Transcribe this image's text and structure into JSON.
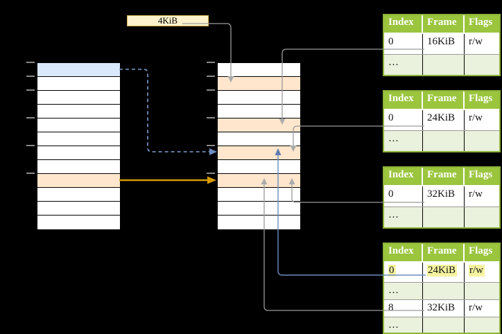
{
  "frame_label": "4KiB",
  "colors": {
    "header_green": "#9AC53D",
    "table_border_green": "#8DB33A",
    "dots_row_green": "#EAF1DC",
    "highlight_yellow": "#F5F39F",
    "page_blue": "#DAE8FC",
    "frame_orange": "#FFE6CC",
    "label_cream": "#FFF2CC",
    "arrow_gray": "#999999",
    "arrow_blue": "#6C8EBF",
    "arrow_orange": "#D79B00"
  },
  "tables": {
    "headers": [
      "Index",
      "Frame",
      "Flags"
    ],
    "t1": {
      "rows": [
        [
          "0",
          "16KiB",
          "r/w"
        ],
        [
          "…",
          "",
          ""
        ]
      ]
    },
    "t2": {
      "rows": [
        [
          "0",
          "24KiB",
          "r/w"
        ],
        [
          "…",
          "",
          ""
        ]
      ]
    },
    "t3": {
      "rows": [
        [
          "0",
          "32KiB",
          "r/w"
        ],
        [
          "…",
          "",
          ""
        ]
      ]
    },
    "t4": {
      "rows": [
        [
          "0",
          "24KiB",
          "r/w"
        ],
        [
          "…",
          "",
          ""
        ],
        [
          "8",
          "32KiB",
          "r/w"
        ],
        [
          "…",
          "",
          ""
        ]
      ]
    }
  }
}
